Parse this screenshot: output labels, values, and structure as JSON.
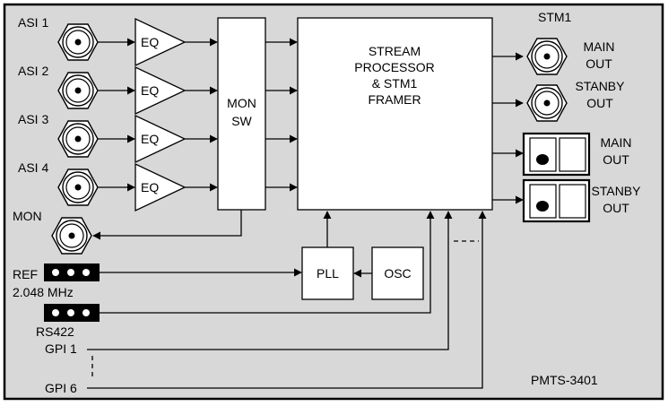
{
  "diagram": {
    "product_code": "PMTS-3401",
    "colors": {
      "panel_bg": "#d8d8d8",
      "block_fill": "#ffffff",
      "line": "#000000"
    },
    "inputs": {
      "asi": [
        "ASI 1",
        "ASI 2",
        "ASI 3",
        "ASI 4"
      ],
      "mon": "MON",
      "eq_label": "EQ",
      "ref": "REF",
      "ref_freq": "2.048 MHz",
      "rs422": "RS422",
      "gpi_first": "GPI 1",
      "gpi_last": "GPI 6"
    },
    "blocks": {
      "mon_sw": [
        "MON",
        "SW"
      ],
      "stream_processor": [
        "STREAM",
        "PROCESSOR",
        "& STM1",
        "FRAMER"
      ],
      "pll": "PLL",
      "osc": "OSC"
    },
    "outputs": {
      "stm1_title": "STM1",
      "bnc_main": [
        "MAIN",
        "OUT"
      ],
      "bnc_standby": [
        "STANBY",
        "OUT"
      ],
      "optical_main": [
        "MAIN",
        "OUT"
      ],
      "optical_standby": [
        "STANBY",
        "OUT"
      ]
    }
  }
}
